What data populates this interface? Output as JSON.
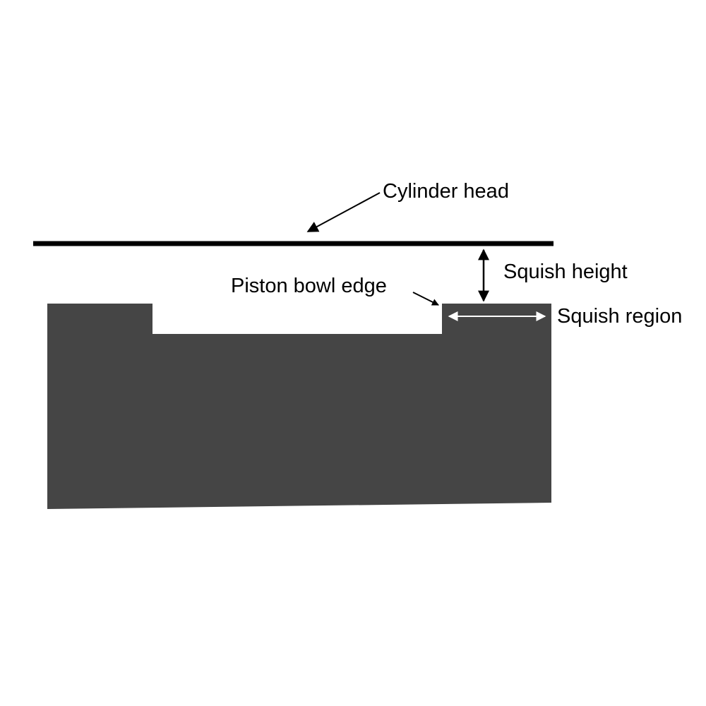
{
  "labels": {
    "cylinder_head": "Cylinder head",
    "squish_height": "Squish height",
    "piston_bowl_edge": "Piston bowl edge",
    "squish_region": "Squish region"
  },
  "colors": {
    "background": "#ffffff",
    "piston_fill": "#454545",
    "line_and_text": "#000000",
    "squish_region_arrow": "#ffffff"
  }
}
